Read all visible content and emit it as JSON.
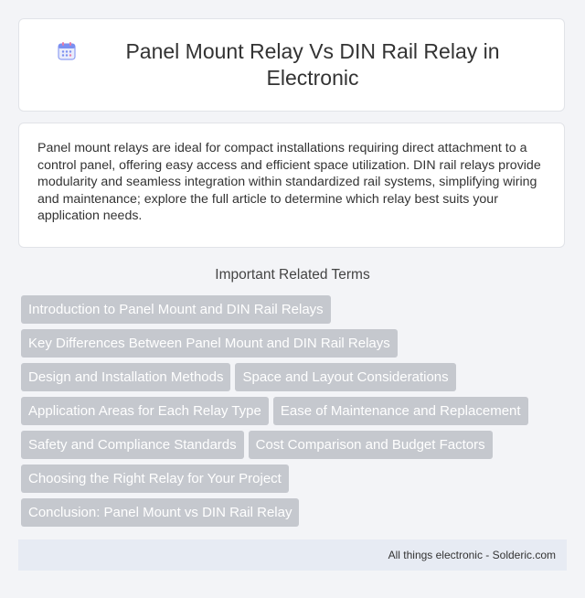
{
  "header": {
    "icon": "calendar-icon",
    "title": "Panel Mount Relay Vs DIN Rail Relay in Electronic"
  },
  "intro": {
    "text": "Panel mount relays are ideal for compact installations requiring direct attachment to a control panel, offering easy access and efficient space utilization. DIN rail relays provide modularity and seamless integration within standardized rail systems, simplifying wiring and maintenance; explore the full article to determine which relay best suits your application needs."
  },
  "terms": {
    "heading": "Important Related Terms",
    "items": [
      "Introduction to Panel Mount and DIN Rail Relays",
      "Key Differences Between Panel Mount and DIN Rail Relays",
      "Design and Installation Methods",
      "Space and Layout Considerations",
      "Application Areas for Each Relay Type",
      "Ease of Maintenance and Replacement",
      "Safety and Compliance Standards",
      "Cost Comparison and Budget Factors",
      "Choosing the Right Relay for Your Project",
      "Conclusion: Panel Mount vs DIN Rail Relay"
    ]
  },
  "footer": {
    "text": "All things electronic - Solderic.com"
  },
  "colors": {
    "background": "#f3f4f7",
    "tag": "#c5c8ce",
    "footer": "#e7ebf3",
    "icon_accent": "#7b8ff0"
  }
}
